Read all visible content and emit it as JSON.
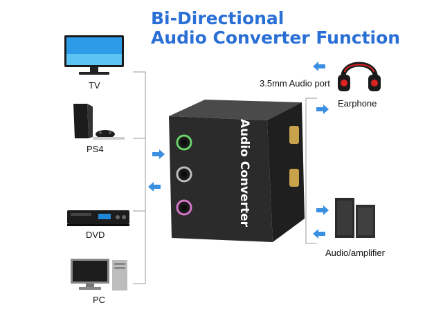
{
  "title": {
    "line1": "Bi-Directional",
    "line2": "Audio Converter Function"
  },
  "left_devices": [
    {
      "label": "TV",
      "icon": "tv-icon"
    },
    {
      "label": "PS4",
      "icon": "ps4-console-icon"
    },
    {
      "label": "DVD",
      "icon": "dvd-player-icon"
    },
    {
      "label": "PC",
      "icon": "pc-icon"
    }
  ],
  "right_devices": {
    "port_label": "3.5mm Audio port",
    "earphone_label": "Earphone",
    "amplifier_label": "Audio/amplifier"
  },
  "device": {
    "text": "Audio Converter"
  },
  "colors": {
    "title": "#2a6fd6",
    "arrow": "#3a8fe0",
    "line": "#9a9a9a",
    "box": "#2b2b2b"
  }
}
